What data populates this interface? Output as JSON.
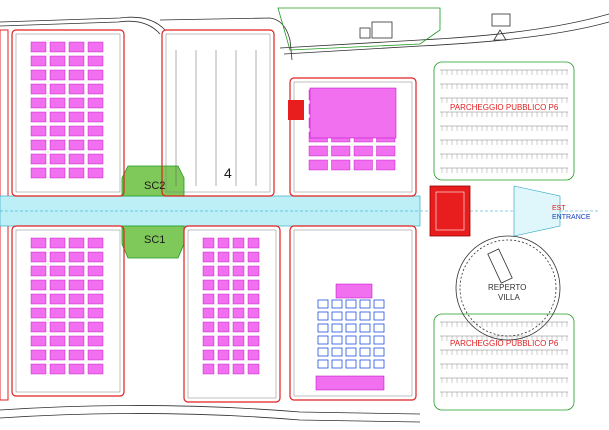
{
  "labels": {
    "sc2": "SC2",
    "sc1": "SC1",
    "hall4": "4",
    "parking_top": "PARCHEGGIO PUBBLICO P6",
    "parking_bottom": "PARCHEGGIO PUBBLICO P6",
    "est": "EST",
    "entrance": "ENTRANCE",
    "reperto": "REPERTO",
    "villa": "VILLA"
  },
  "colors": {
    "background": "#ffffff",
    "wall_red": "#e02020",
    "booth_magenta": "#f070f0",
    "booth_outline": "#c000c0",
    "corridor_cyan": "#bdeff7",
    "green_node": "#7fc85a",
    "green_line": "#1e9a1e",
    "entrance_red": "#e81e1e",
    "booth_blue": "#2050e0",
    "parking_line": "#808080",
    "road_line": "#303030"
  },
  "icons": {
    "north_building": "building-outline-icon",
    "stand": "exhibition-stand-icon",
    "parking_stall": "parking-stall-icon"
  }
}
